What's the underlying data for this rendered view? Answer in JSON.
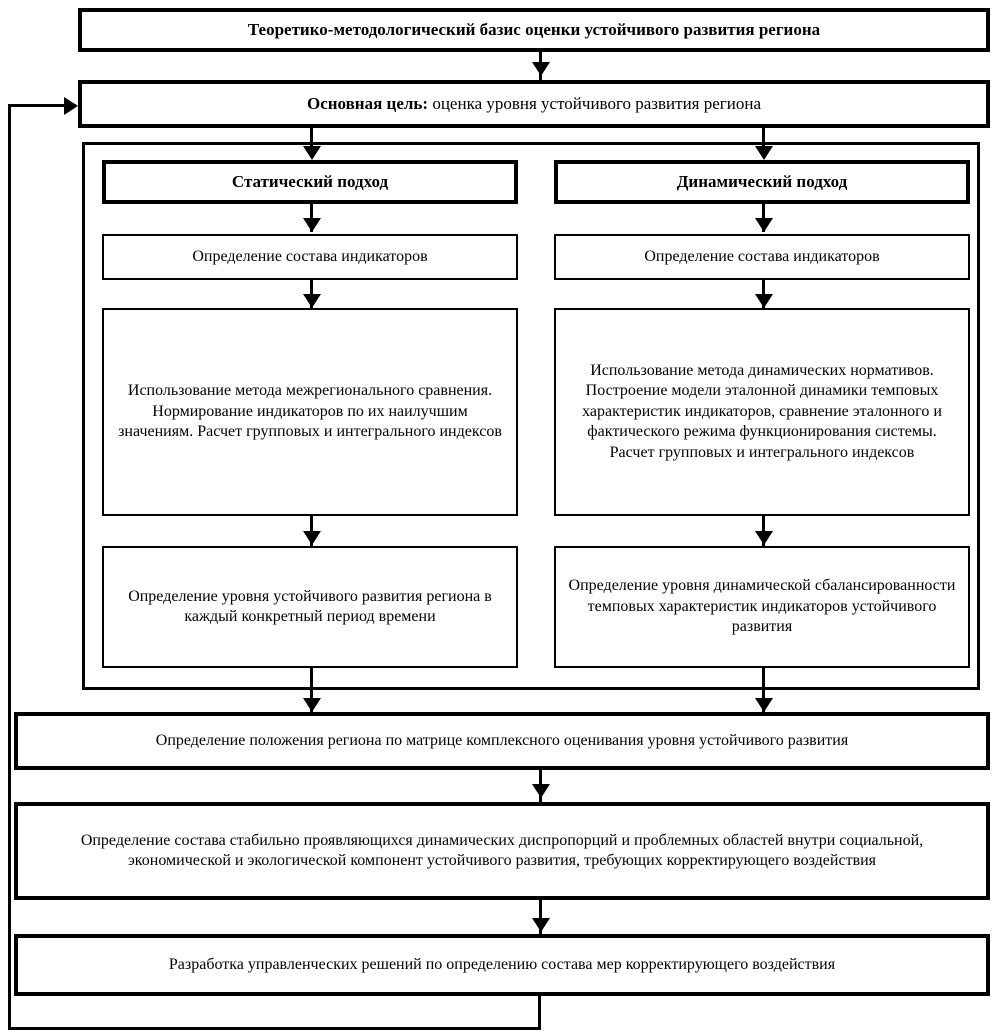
{
  "diagram": {
    "title_box": {
      "text": "Теоретико-методологический базис оценки устойчивого развития региона"
    },
    "goal_box": {
      "label": "Основная цель:",
      "text": " оценка уровня устойчивого развития региона"
    },
    "branches": [
      {
        "id": "static",
        "header": "Статический подход",
        "steps": [
          "Определение состава индикаторов",
          "Использование метода межрегионального сравнения. Нормирование индикаторов по их наилучшим значениям. Расчет групповых и интегрального индексов",
          "Определение уровня устойчивого развития региона в каждый конкретный период времени"
        ]
      },
      {
        "id": "dynamic",
        "header": "Динамический подход",
        "steps": [
          "Определение состава индикаторов",
          "Использование метода динамических нормативов. Построение модели эталонной динамики темповых характеристик индикаторов, сравнение эталонного и фактического режима функционирования системы. Расчет групповых и интегрального индексов",
          "Определение уровня динамической сбалансированности темповых характеристик индикаторов устойчивого развития"
        ]
      }
    ],
    "matrix_box": {
      "text": "Определение положения региона по матрице комплексного оценивания уровня устойчивого развития"
    },
    "disproportions_box": {
      "text": "Определение состава стабильно проявляющихся динамических диспропорций и проблемных областей внутри социальной, экономической и экологической компонент устойчивого развития, требующих корректирующего воздействия"
    },
    "decisions_box": {
      "text": "Разработка управленческих решений по определению состава мер корректирующего воздействия"
    },
    "colors": {
      "stroke": "#000000",
      "background": "#ffffff"
    }
  }
}
